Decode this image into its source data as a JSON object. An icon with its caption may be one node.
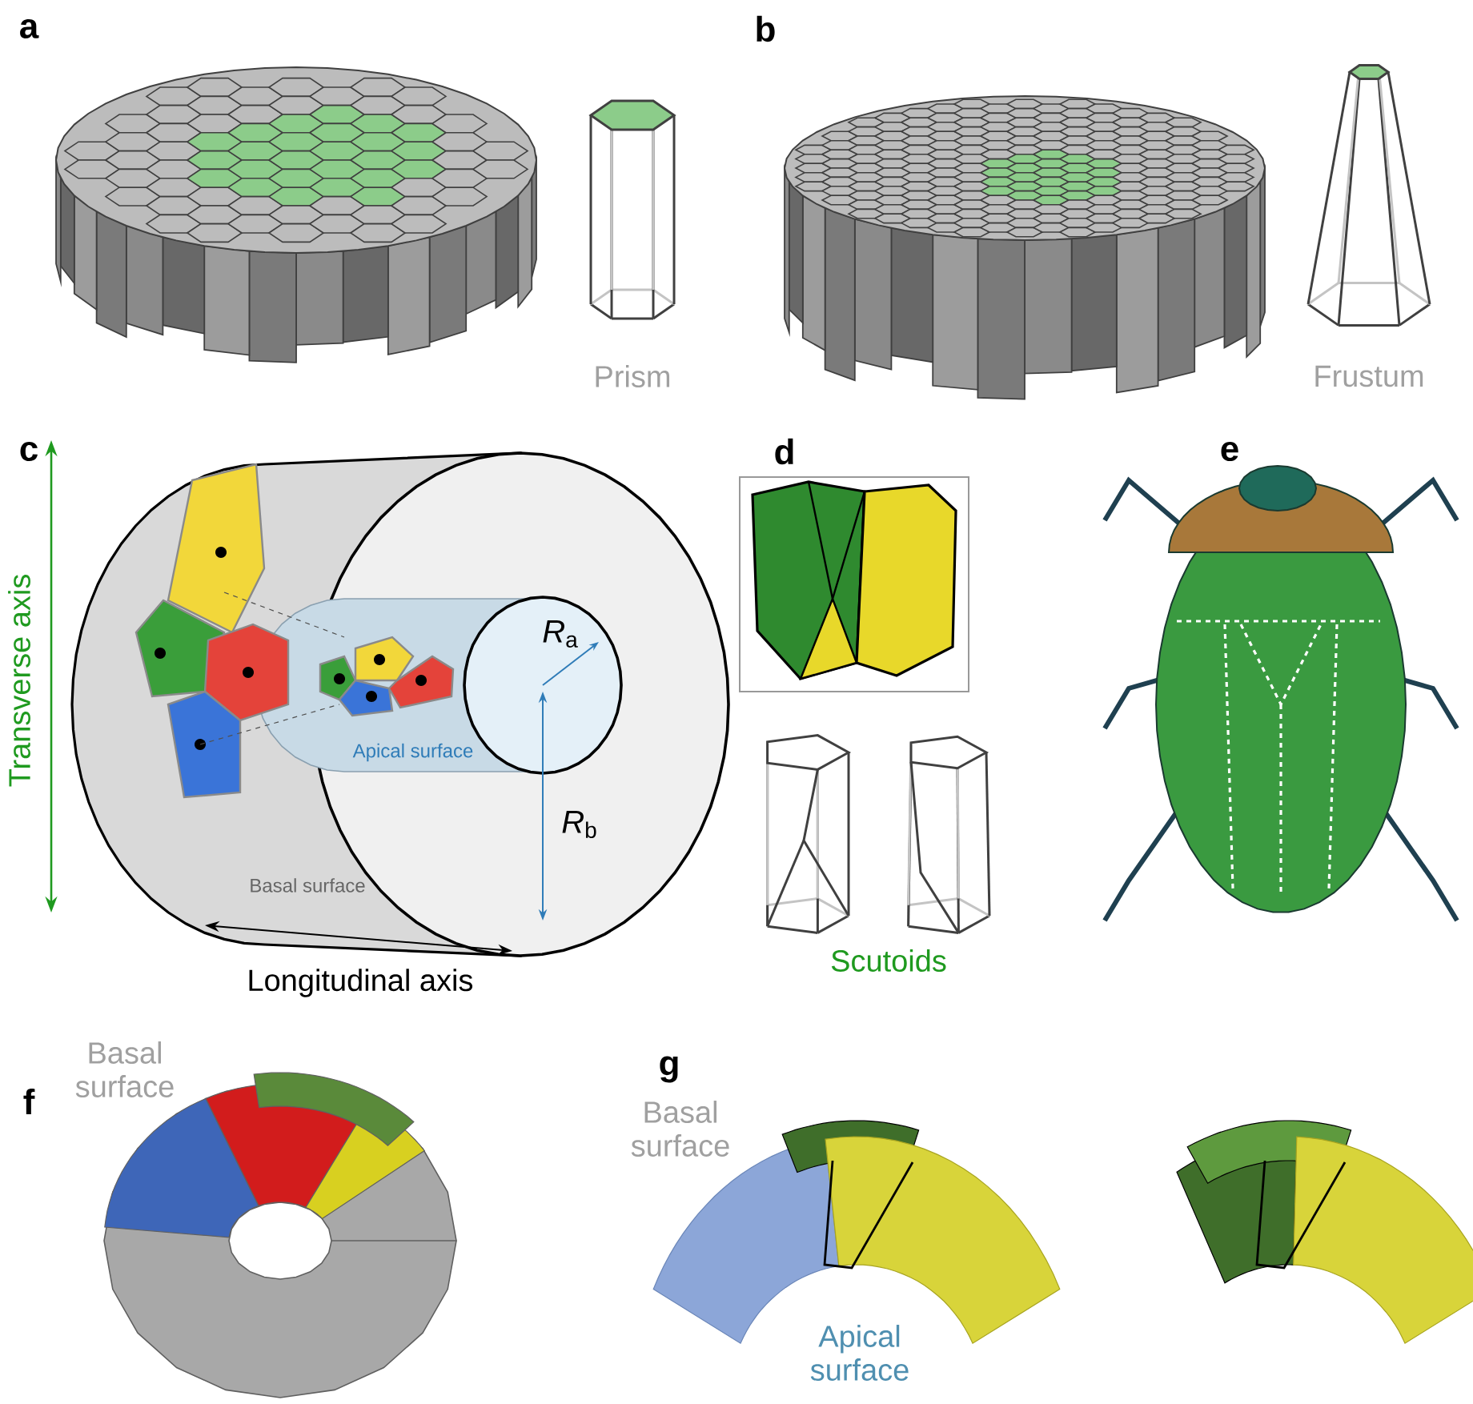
{
  "diagram": {
    "labels": [
      "a",
      "b",
      "Prism",
      "Frustum",
      "c",
      "d",
      "e",
      "*R*$_{a}$",
      "Apical surface",
      "*R*$_{b}$",
      "Transverse axis",
      "Basal surface",
      "Longitudinal axis",
      "Scutoids",
      "f",
      "g",
      "Basal surface",
      "Basal surface",
      "Apical surface"
    ]
  }
}
